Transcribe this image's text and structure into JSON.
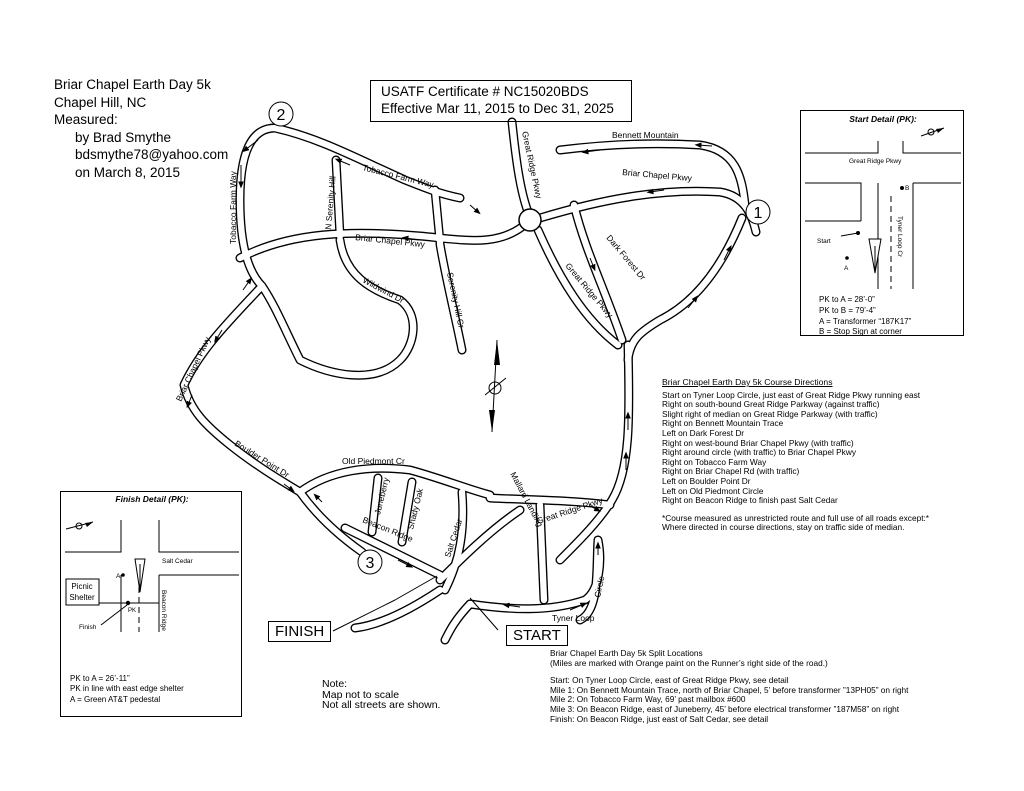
{
  "header": {
    "lines": [
      "Briar Chapel Earth  Day 5k",
      "Chapel Hill, NC",
      "Measured:"
    ],
    "measured_by": [
      "by  Brad  Smythe",
      "bdsmythe78@yahoo.com",
      "on  March  8, 2015"
    ]
  },
  "certificate": {
    "line1": "USATF  Certificate  #   NC15020BDS",
    "line2": "Effective  Mar 11, 2015  to  Dec 31, 2025"
  },
  "map": {
    "markers": {
      "mile1": "1",
      "mile2": "2",
      "mile3": "3"
    },
    "start_label": "START",
    "finish_label": "FINISH",
    "streets": {
      "bennett_mountain": "Bennett Mountain",
      "briar_chapel_pkwy_ne": "Briar Chapel Pkwy",
      "great_ridge_pkwy_n": "Great Ridge Pkwy",
      "tobacco_farm_way_n": "Tobacco Farm Way",
      "n_serenity_hill": "N Serenity Hill",
      "tobacco_farm_way_w": "Tobacco Farm Way",
      "briar_chapel_pkwy_mid": "Briar Chapel Pkwy",
      "wildwind_dr": "Wildwind Dr",
      "serenity_hill_cr": "Serenity Hill Cr",
      "dark_forest_dr": "Dark Forest Dr",
      "great_ridge_pkwy_mid": "Great Ridge Pkwy",
      "briar_chapel_pkwy_w": "Briar Chapel Pkwy",
      "boulder_point_dr": "Boulder Point Dr",
      "old_piedmont_cr": "Old Piedmont Cr",
      "juneberry": "Juneberry",
      "shady_oak": "Shady Oak",
      "beacon_ridge": "Beacon Ridge",
      "salt_cedar": "Salt Cedar",
      "mallard_landing": "Mallard Landing",
      "great_ridge_pkwy_s": "Great Ridge Pkwy",
      "circle": "Circle",
      "tyner_loop": "Tyner  Loop"
    }
  },
  "start_detail": {
    "title": "Start Detail (PK):",
    "great_ridge": "Great Ridge  Pkwy",
    "b": "B",
    "start": "Start",
    "a": "A",
    "tyner": "Tyner Loop Cr",
    "legend": [
      "PK  to  A   =    28’-0”",
      "PK  to  B   =    79’-4”",
      "A    =     Transformer “187K17”",
      "B    =     Stop  Sign  at corner"
    ]
  },
  "finish_detail": {
    "title": "Finish  Detail  (PK):",
    "salt_cedar": "Salt Cedar",
    "a": "A",
    "picnic": [
      "Picnic",
      "Shelter"
    ],
    "pk": "PK",
    "finish": "Finish",
    "beacon": "Beacon  Ridge",
    "legend": [
      "PK  to  A   =    26’-11”",
      "PK  in  line with  east edge  shelter",
      "A    =    Green  AT&T  pedestal"
    ]
  },
  "directions": {
    "title": "Briar Chapel Earth  Day 5k  Course  Directions",
    "lines": [
      "Start on  Tyner Loop  Circle,  just east of Great Ridge  Pkwy  running  east",
      "Right on  south-bound  Great Ridge  Parkway  (against traffic)",
      "Slight right of median  on  Great Ridge  Parkway  (with  traffic)",
      "Right on  Bennett Mountain  Trace",
      "Left on   Dark  Forest Dr",
      "Right on  west-bound  Briar Chapel Pkwy  (with  traffic)",
      "Right around  circle  (with traffic)  to  Briar Chapel Pkwy",
      "Right on  Tobacco  Farm    Way",
      "Right on  Briar Chapel Rd  (with  traffic)",
      "Left on  Boulder Point Dr",
      "Left on   Old  Piedmont Circle",
      "Right on  Beacon  Ridge  to  finish  past Salt Cedar"
    ],
    "notes": [
      "*Course  measured  as  unrestricted  route  and  full  use  of all roads except:*",
      "Where  directed  in  course  directions, stay on  traffic side  of  median."
    ]
  },
  "splits": {
    "title": "Briar Chapel Earth  Day 5k  Split Locations",
    "subtitle": "(Miles are  marked  with  Orange  paint on  the  Runner’s right side  of  the  road.)",
    "lines": [
      "Start: On  Tyner Loop  Circle,  east of Great Ridge  Pkwy,  see  detail",
      "Mile  1:  On  Bennett Mountain  Trace,  north  of  Briar Chapel,  5’ before  transformer  ”13PH05”  on  right",
      "Mile  2:  On  Tobacco  Farm   Way,  69’  past mailbox  #600",
      "Mile  3:  On  Beacon  Ridge,  east of Juneberry,  45’  before  electrical transformer  ”187M58”  on  right",
      "Finish: On  Beacon  Ridge,  just east of Salt Cedar,  see  detail"
    ]
  },
  "note": {
    "lines": [
      "Note:",
      "Map  not  to  scale",
      "Not all streets are  shown."
    ]
  }
}
